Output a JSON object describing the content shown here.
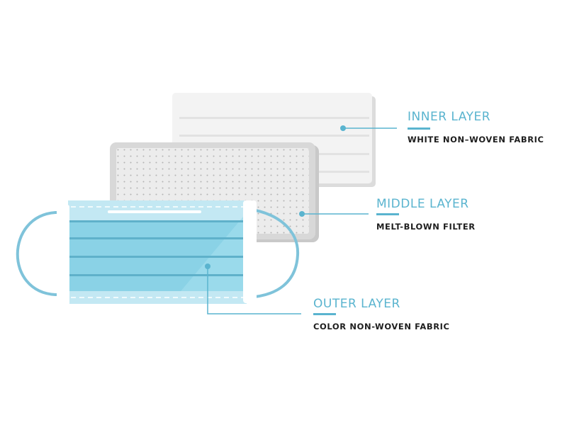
{
  "layers": {
    "inner": {
      "title": "INNER LAYER",
      "description": "WHITE NON–WOVEN FABRIC"
    },
    "middle": {
      "title": "MIDDLE LAYER",
      "description": "MELT-BLOWN FILTER"
    },
    "outer": {
      "title": "OUTER LAYER",
      "description": "COLOR NON-WOVEN FABRIC"
    }
  },
  "colors": {
    "accent": "#5ab4cf",
    "mask_blue": "#8fd3e6",
    "mask_blue_dark": "#5fb1ca",
    "inner_layer": "#f2f2f2",
    "middle_layer": "#e0e0e0",
    "text_dark": "#1e1e1e"
  }
}
